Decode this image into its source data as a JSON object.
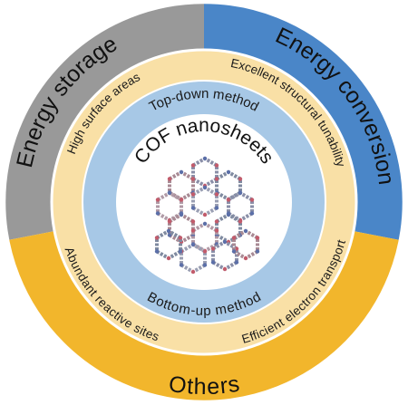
{
  "outer_ring": {
    "energy_storage": {
      "label": "Energy storage",
      "color": "#999999"
    },
    "energy_conversion": {
      "label": "Energy conversion",
      "color": "#4a86c8"
    },
    "others": {
      "label": "Others",
      "color": "#f2b62c"
    }
  },
  "properties_ring": {
    "color": "#f9e0a6",
    "items": [
      "High surface areas",
      "Excellent structural tunability",
      "Abundant reactive sites",
      "Efficient electron transport"
    ]
  },
  "methods_ring": {
    "color": "#a7c8e6",
    "top": "Top-down method",
    "bottom": "Bottom-up method"
  },
  "center": {
    "title": "COF nanosheets",
    "image_icon": "cof-lattice-structure"
  }
}
